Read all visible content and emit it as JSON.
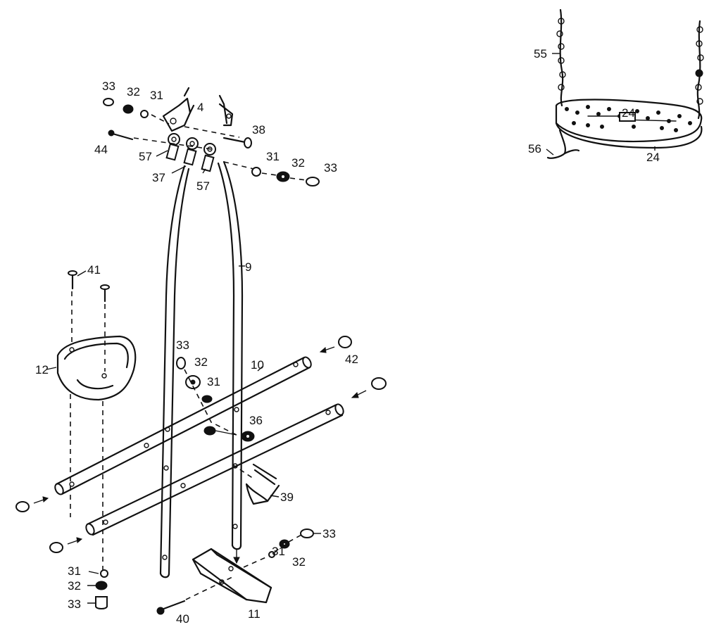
{
  "labels": {
    "l55": "55",
    "l56": "56",
    "l24": "24",
    "l24b": "24",
    "l33a": "33",
    "l32a": "32",
    "l31a": "31",
    "l4": "4",
    "l38": "38",
    "l44": "44",
    "l57a": "57",
    "l37": "37",
    "l57b": "57",
    "l31b": "31",
    "l32b": "32",
    "l33b": "33",
    "l9": "9",
    "l41": "41",
    "l12": "12",
    "l33c": "33",
    "l32c": "32",
    "l31c": "31",
    "l10": "10",
    "l42": "42",
    "l36": "36",
    "l39": "39",
    "l33d": "33",
    "l31d": "31",
    "l32d": "32",
    "l31e": "31",
    "l32e": "32",
    "l33e": "33",
    "l40": "40",
    "l11": "11"
  }
}
